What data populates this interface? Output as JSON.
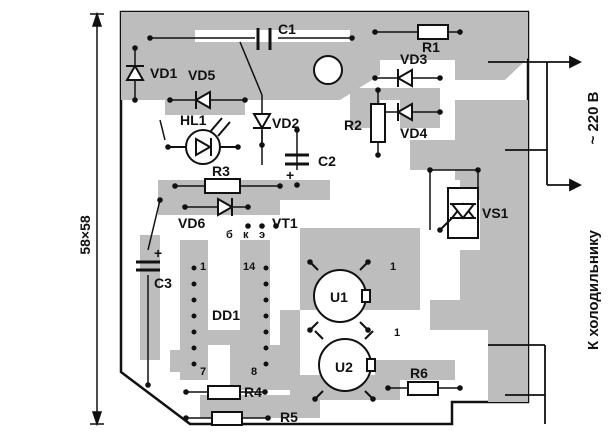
{
  "dimension_label": "58×58",
  "supply_label": "~ 220 В",
  "fridge_label": "К холодильнику",
  "components": {
    "c1": "C1",
    "r1": "R1",
    "vd1": "VD1",
    "vd5": "VD5",
    "vd3": "VD3",
    "hl1": "HL1",
    "vd2": "VD2",
    "r2": "R2",
    "vd4": "VD4",
    "c2": "C2",
    "r3": "R3",
    "vd6": "VD6",
    "vt1": "VT1",
    "vs1": "VS1",
    "c3": "C3",
    "dd1": "DD1",
    "u1": "U1",
    "u2": "U2",
    "r4": "R4",
    "r5": "R5",
    "r6": "R6"
  },
  "vt1_pins": {
    "b": "б",
    "k": "к",
    "e": "э"
  },
  "dd1_pins": {
    "p1": "1",
    "p14": "14",
    "p7": "7",
    "p8": "8"
  },
  "u1_pin": "1",
  "u2_pin": "1",
  "polarity": {
    "plus": "+"
  },
  "colors": {
    "board": "#ffffff",
    "copper": "#bdbdbd",
    "ink": "#111111"
  }
}
